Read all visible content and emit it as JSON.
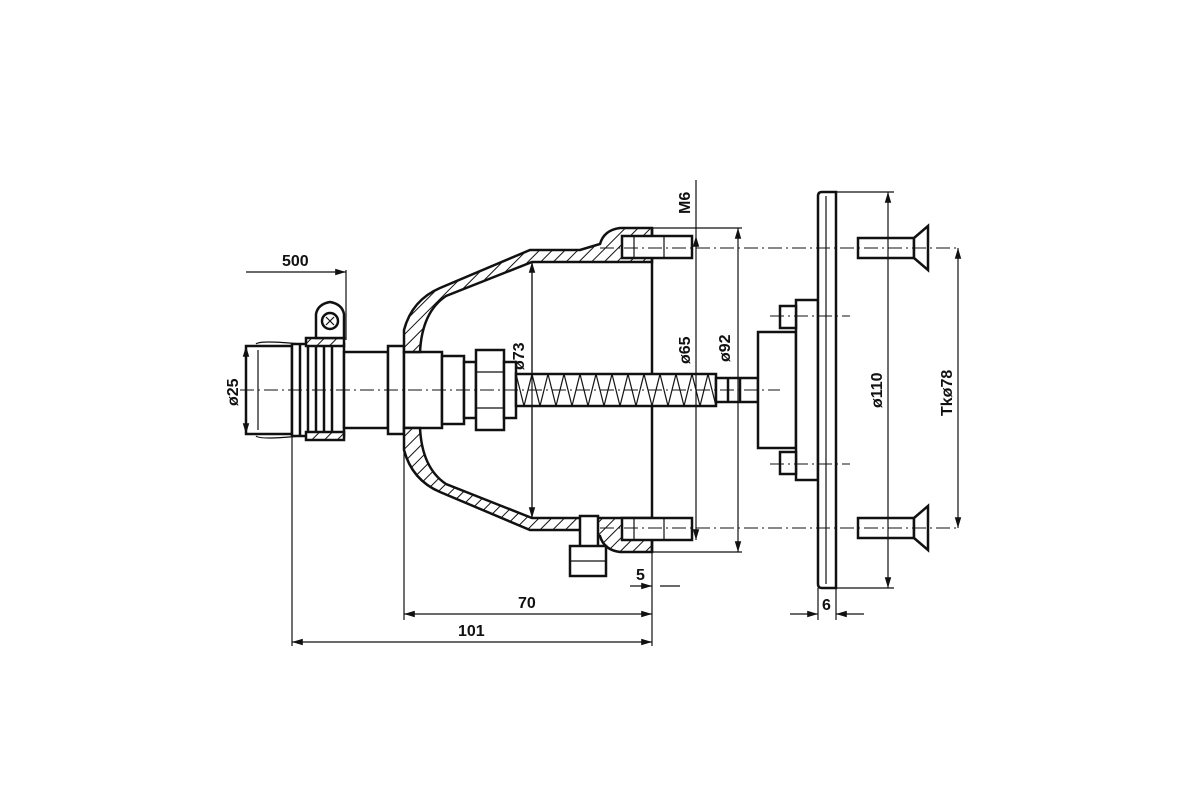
{
  "dimensions": {
    "d_500": "500",
    "d_dia25": "ø25",
    "d_dia73": "ø73",
    "d_dia65": "ø65",
    "d_dia92": "ø92",
    "d_m6": "M6",
    "d_dia110": "ø110",
    "d_tk78": "Tkø78",
    "d_5": "5",
    "d_70": "70",
    "d_101": "101",
    "d_6": "6"
  }
}
